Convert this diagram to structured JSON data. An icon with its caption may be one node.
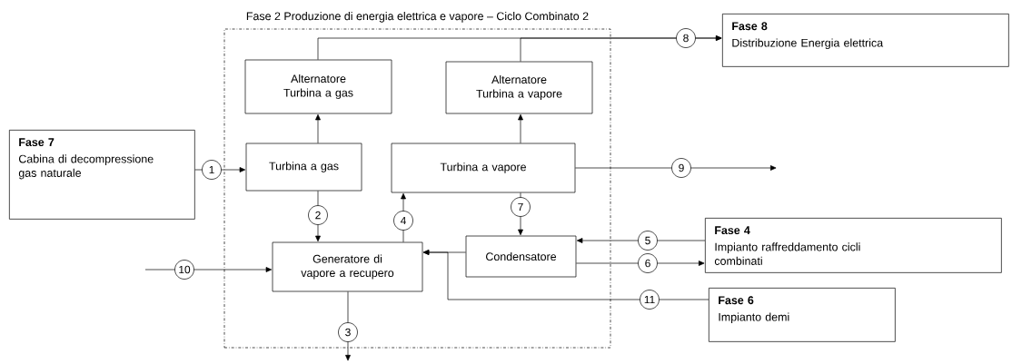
{
  "diagram": {
    "nodes": [
      {
        "text": [
          "Fase 2 Produzione di energia elettrica e vapore – Ciclo Combinato 2"
        ]
      },
      {
        "text": [
          "Alternatore Turbina a gas"
        ],
        "in": 0
      },
      {
        "text": [
          "Alternatore Turbina a vapore"
        ],
        "in": 0
      },
      {
        "text": [
          "Turbina a gas"
        ],
        "in": 0
      },
      {
        "text": [
          "Turbina a vapore"
        ],
        "in": 0
      },
      {
        "text": [
          "Generatore di vapore a recupero"
        ],
        "in": 0
      },
      {
        "text": [
          "Condensatore"
        ],
        "in": 0
      },
      {
        "text": [
          "Fase 7",
          "Cabina di decompressione gas naturale"
        ]
      },
      {
        "text": [
          "Fase 8",
          "Distribuzione Energia elettrica"
        ]
      },
      {
        "text": [
          "Fase 4",
          "Impianto raffreddamento cicli combinati"
        ]
      },
      {
        "text": [
          "Fase 6",
          "Impianto demi"
        ]
      }
    ],
    "edges": [
      {
        "from": 7,
        "to": 3,
        "arrow": "to",
        "label": "1"
      },
      {
        "from": 3,
        "to": 1,
        "arrow": "to"
      },
      {
        "from": 4,
        "to": 2,
        "arrow": "to"
      },
      {
        "from": 1,
        "to": 8,
        "arrow": "to",
        "label": "8"
      },
      {
        "from": 2,
        "to": 8,
        "arrow": "to"
      },
      {
        "from": 4,
        "to": null,
        "arrow": "to",
        "label": "9"
      },
      {
        "from": 3,
        "to": 5,
        "arrow": "to",
        "label": "2"
      },
      {
        "from": 5,
        "to": 4,
        "arrow": "to",
        "label": "4"
      },
      {
        "from": 4,
        "to": 6,
        "arrow": "to",
        "label": "7"
      },
      {
        "from": 9,
        "to": 6,
        "arrow": "to",
        "label": "5"
      },
      {
        "from": 6,
        "to": 9,
        "arrow": "to",
        "label": "6"
      },
      {
        "from": 6,
        "to": 5,
        "arrow": "to"
      },
      {
        "from": 10,
        "to": 5,
        "arrow": "to",
        "label": "11"
      },
      {
        "from": null,
        "to": 5,
        "arrow": "to",
        "label": "10"
      },
      {
        "from": 5,
        "to": null,
        "arrow": "to",
        "label": "3"
      }
    ]
  }
}
